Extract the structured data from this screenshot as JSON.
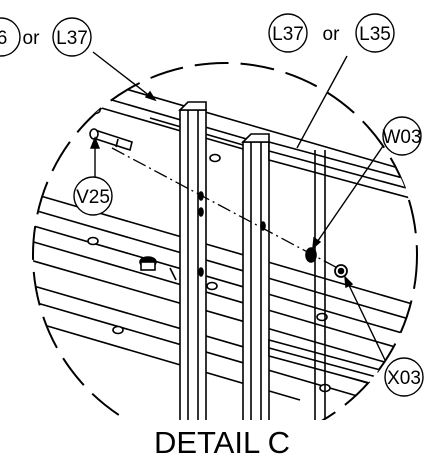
{
  "caption": "DETAIL C",
  "callouts": {
    "top_left_partial": "6",
    "top_left_or": "or",
    "top_left_part": "L37",
    "top_right_part_a": "L37",
    "top_right_or": "or",
    "top_right_part_b": "L35",
    "washer": "W03",
    "pin": "V25",
    "nut": "X03"
  },
  "colors": {
    "ink": "#000000",
    "paper": "#ffffff"
  }
}
